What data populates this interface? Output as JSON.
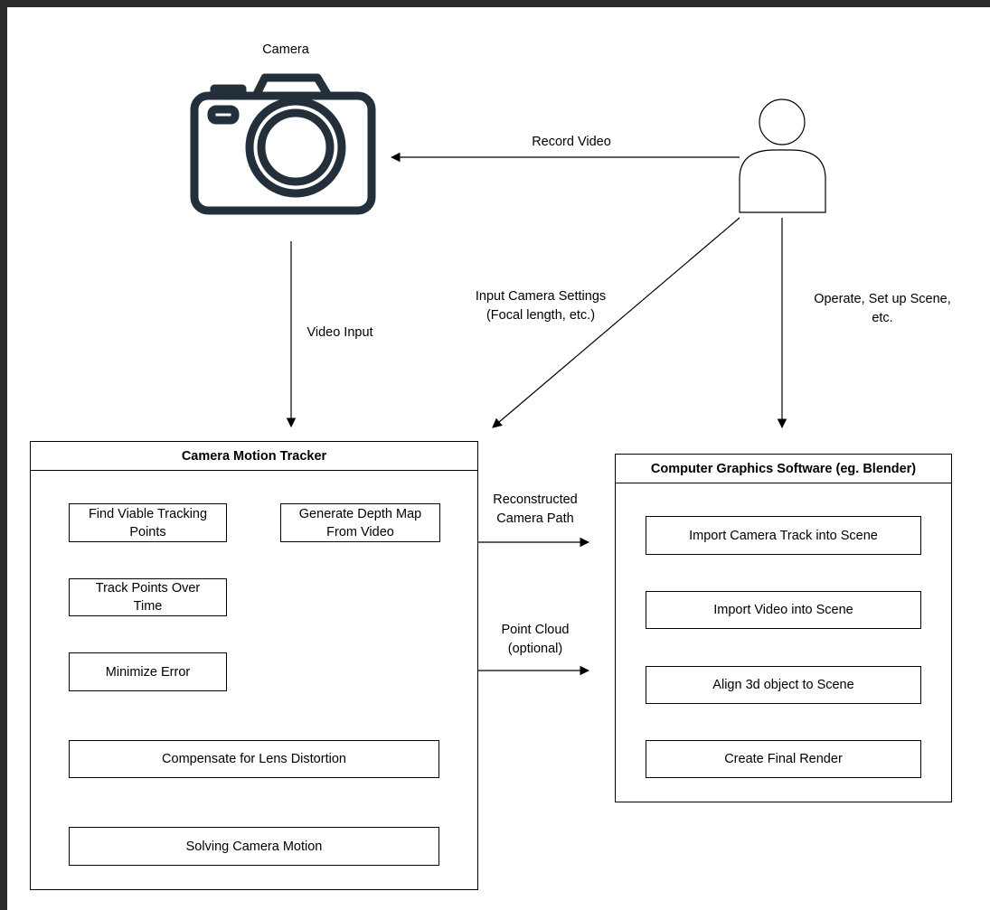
{
  "camera": {
    "label": "Camera",
    "icon": "camera-icon"
  },
  "user": {
    "icon": "person-icon"
  },
  "edges": {
    "record_video": "Record Video",
    "video_input": "Video Input",
    "input_settings_line1": "Input Camera Settings",
    "input_settings_line2": "(Focal length, etc.)",
    "operate_line1": "Operate, Set up Scene,",
    "operate_line2": "etc.",
    "reconstructed_line1": "Reconstructed",
    "reconstructed_line2": "Camera Path",
    "point_cloud_line1": "Point Cloud",
    "point_cloud_line2": "(optional)"
  },
  "tracker": {
    "title": "Camera Motion Tracker",
    "find_line1": "Find Viable Tracking",
    "find_line2": "Points",
    "depth_line1": "Generate Depth Map",
    "depth_line2": "From Video",
    "track_line1": "Track Points Over",
    "track_line2": "Time",
    "minimize": "Minimize Error",
    "compensate": "Compensate for Lens Distortion",
    "solving": "Solving Camera Motion"
  },
  "cg": {
    "title": "Computer Graphics Software (eg. Blender)",
    "import_track": "Import Camera Track into Scene",
    "import_video": "Import Video into Scene",
    "align": "Align 3d object to Scene",
    "render": "Create Final Render"
  },
  "colors": {
    "frame": "#2b2b2b",
    "canvas": "#ffffff",
    "icon": "#232f3a",
    "line": "#000000"
  }
}
